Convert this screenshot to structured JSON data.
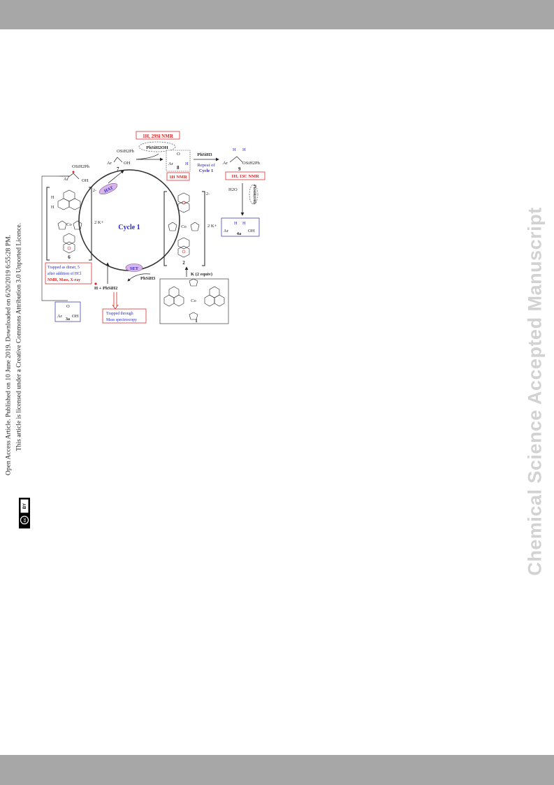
{
  "watermark": "Chemical Science Accepted Manuscript",
  "sidebar": {
    "line1": "Open Access Article. Published on 10 June 2019. Downloaded on 6/20/2019 6:55:28 PM.",
    "line2": "This article is licensed under a Creative Commons Attribution 3.0 Unported Licence.",
    "cc_label": "cc",
    "by_label": "BY"
  },
  "scheme": {
    "cycle_label": "Cycle 1",
    "nmr_top": "1H, 29Si NMR",
    "nmr_8": "1H NMR",
    "nmr_9": "1H, 13C NMR",
    "reagent_phsioh": "PhSiH2OH",
    "reagent_phsih3_top": "PhSiH3",
    "repeat": "Repeat of",
    "repeat2": "Cycle 1",
    "h2o": "H2O",
    "phsihoh_side": "PhSiH(OH)",
    "hat": "HAT",
    "set": "SET",
    "phsih3_set": "PhSiH3",
    "k_equiv": "K (2 equiv)",
    "charge_6": "2-",
    "charge_2": "2-",
    "k_plus_6": "2 K+",
    "k_plus_2": "2 K+",
    "trapped_dimer_1": "Trapped as dimer, 5",
    "trapped_dimer_2": "after addition of HCl",
    "trapped_dimer_3": "NMR, Mass, X-ray",
    "trapped_mass_1": "Trapped through",
    "trapped_mass_2": "Mass spectroscopy",
    "h_plus_phsih2": "H + PhSiH2",
    "label_1": "1",
    "label_2": "2",
    "label_3a": "3a",
    "label_4a": "4a",
    "label_6": "6",
    "label_7": "7",
    "label_8": "8",
    "label_9": "9",
    "osih2ph": "OSiH2Ph",
    "ar": "Ar",
    "oh": "OH",
    "co": "Co",
    "h": "H",
    "o": "O"
  }
}
